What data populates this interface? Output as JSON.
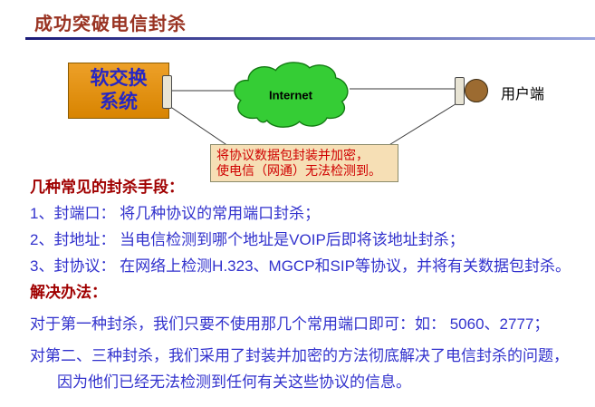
{
  "title": "成功突破电信封杀",
  "diagram": {
    "softswitch": {
      "line1": "软交换",
      "line2": "系统"
    },
    "cloud_label": "Internet",
    "user_label": "用户端",
    "callout": {
      "line1": "将协议数据包封装并加密，",
      "line2": "使电信（网通）无法检测到。"
    }
  },
  "body": {
    "methods_heading": "几种常见的封杀手段：",
    "methods": [
      "1、封端口： 将几种协议的常用端口封杀；",
      "2、封地址： 当电信检测到哪个地址是VOIP后即将该地址封杀；",
      "3、封协议： 在网络上检测H.323、MGCP和SIP等协议，并将有关数据包封杀。"
    ],
    "solution_heading": "解决办法：",
    "solutions": [
      "对于第一种封杀，我们只要不使用那几个常用端口即可：如： 5060、2777；",
      "对第二、三种封杀，我们采用了封装并加密的方法彻底解决了电信封杀的问题，因为他们已经无法检测到任何有关这些协议的信息。"
    ]
  },
  "colors": {
    "title_red": "#993322",
    "heading_red": "#a00000",
    "body_blue": "#3232cd",
    "cloud_green": "#35cd35",
    "box_orange": "#e09010",
    "callout_bg": "#f6dfb5",
    "callout_text": "#cf0000",
    "rule_blue": "#1a1a78"
  }
}
